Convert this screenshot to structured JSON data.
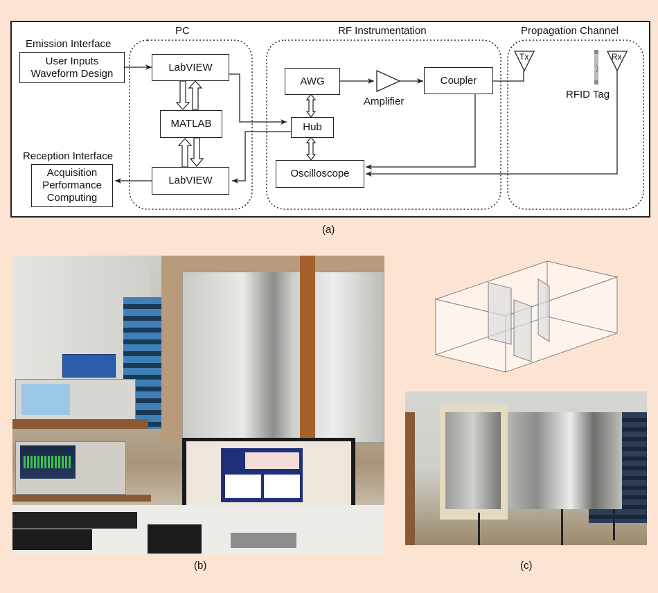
{
  "figure": {
    "panel_a": {
      "caption": "(a)",
      "groups": {
        "pc": "PC",
        "rf": "RF Instrumentation",
        "channel": "Propagation Channel"
      },
      "emission_interface": {
        "title": "Emission Interface",
        "line1": "User Inputs",
        "line2": "Waveform Design"
      },
      "reception_interface": {
        "title": "Reception Interface",
        "line1": "Acquisition",
        "line2": "Performance",
        "line3": "Computing"
      },
      "blocks": {
        "labview_top": "LabVIEW",
        "matlab": "MATLAB",
        "labview_bottom": "LabVIEW",
        "awg": "AWG",
        "hub": "Hub",
        "oscilloscope": "Oscilloscope",
        "coupler": "Coupler"
      },
      "amplifier_label": "Amplifier",
      "tx_label": "Tx",
      "rx_label": "Rx",
      "rfid_label": "RFID Tag"
    },
    "panel_b": {
      "caption": "(b)"
    },
    "panel_c": {
      "caption": "(c)"
    }
  }
}
